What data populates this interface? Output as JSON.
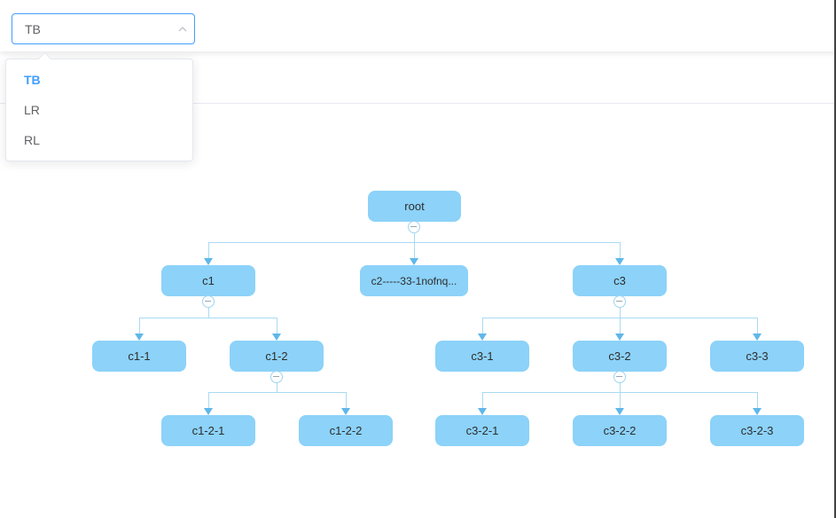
{
  "header": {
    "select": {
      "value": "TB",
      "icon": "chevron-up"
    }
  },
  "dropdown": {
    "options": [
      {
        "label": "TB",
        "selected": true
      },
      {
        "label": "LR",
        "selected": false
      },
      {
        "label": "RL",
        "selected": false
      }
    ]
  },
  "tree": {
    "nodes": [
      {
        "id": "root",
        "label": "root",
        "has_collapse_button": true
      },
      {
        "id": "c1",
        "label": "c1",
        "has_collapse_button": true
      },
      {
        "id": "c2",
        "label": "c2-----33-1nofnq...",
        "has_collapse_button": false
      },
      {
        "id": "c3",
        "label": "c3",
        "has_collapse_button": true
      },
      {
        "id": "c1-1",
        "label": "c1-1",
        "has_collapse_button": false
      },
      {
        "id": "c1-2",
        "label": "c1-2",
        "has_collapse_button": true
      },
      {
        "id": "c3-1",
        "label": "c3-1",
        "has_collapse_button": false
      },
      {
        "id": "c3-2",
        "label": "c3-2",
        "has_collapse_button": true
      },
      {
        "id": "c3-3",
        "label": "c3-3",
        "has_collapse_button": false
      },
      {
        "id": "c1-2-1",
        "label": "c1-2-1",
        "has_collapse_button": false
      },
      {
        "id": "c1-2-2",
        "label": "c1-2-2",
        "has_collapse_button": false
      },
      {
        "id": "c3-2-1",
        "label": "c3-2-1",
        "has_collapse_button": false
      },
      {
        "id": "c3-2-2",
        "label": "c3-2-2",
        "has_collapse_button": false
      },
      {
        "id": "c3-2-3",
        "label": "c3-2-3",
        "has_collapse_button": false
      }
    ],
    "edges": [
      "root->c1",
      "root->c2",
      "root->c3",
      "c1->c1-1",
      "c1->c1-2",
      "c3->c3-1",
      "c3->c3-2",
      "c3->c3-3",
      "c1-2->c1-2-1",
      "c1-2->c1-2-2",
      "c3-2->c3-2-1",
      "c3-2->c3-2-2",
      "c3-2->c3-2-3"
    ],
    "collapse_button_glyph": "minus"
  },
  "colors": {
    "primary": "#409EFF",
    "node_fill": "#8CD2F9",
    "edge_line": "#A8DAF3",
    "edge_arrow": "#5FB7EA",
    "option_text": "#606266",
    "node_text": "#2d2d2d"
  }
}
